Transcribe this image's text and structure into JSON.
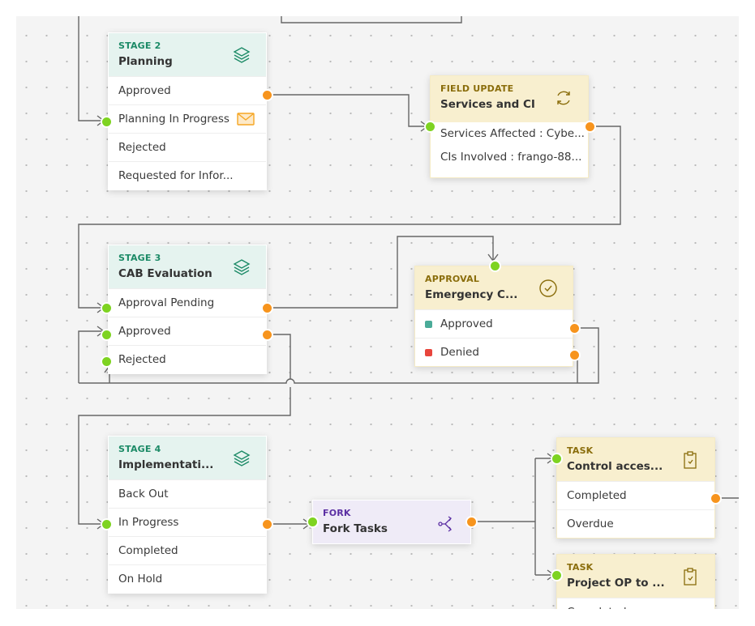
{
  "colors": {
    "input_port": "#7ed321",
    "output_port": "#f7941d",
    "stage_header": "#e5f3ef",
    "task_header": "#f8efcf",
    "fork_header": "#efebf7",
    "approved_status": "#4aab98",
    "denied_status": "#e8453c"
  },
  "nodes": {
    "stage2": {
      "kind": "STAGE 2",
      "title": "Planning",
      "icon": "layers-icon",
      "rows": [
        "Approved",
        "Planning In Progress",
        "Rejected",
        "Requested for Infor..."
      ],
      "row_icon": "envelope-icon"
    },
    "field_update": {
      "kind": "FIELD UPDATE",
      "title": "Services and CI",
      "icon": "refresh-icon",
      "rows": [
        "Services Affected : Cybe...",
        "CIs Involved : frango-88..."
      ]
    },
    "stage3": {
      "kind": "STAGE 3",
      "title": "CAB Evaluation",
      "icon": "layers-icon",
      "rows": [
        "Approval Pending",
        "Approved",
        "Rejected"
      ]
    },
    "approval": {
      "kind": "APPROVAL",
      "title": "Emergency C...",
      "icon": "check-circle-icon",
      "rows": [
        "Approved",
        "Denied"
      ]
    },
    "stage4": {
      "kind": "STAGE 4",
      "title": "Implementati...",
      "icon": "layers-icon",
      "rows": [
        "Back Out",
        "In Progress",
        "Completed",
        "On Hold"
      ]
    },
    "fork": {
      "kind": "FORK",
      "title": "Fork Tasks",
      "icon": "fork-icon"
    },
    "task1": {
      "kind": "TASK",
      "title": "Control acces...",
      "icon": "clipboard-check-icon",
      "rows": [
        "Completed",
        "Overdue"
      ]
    },
    "task2": {
      "kind": "TASK",
      "title": "Project OP to ...",
      "icon": "clipboard-check-icon",
      "rows": [
        "Completed"
      ]
    }
  }
}
